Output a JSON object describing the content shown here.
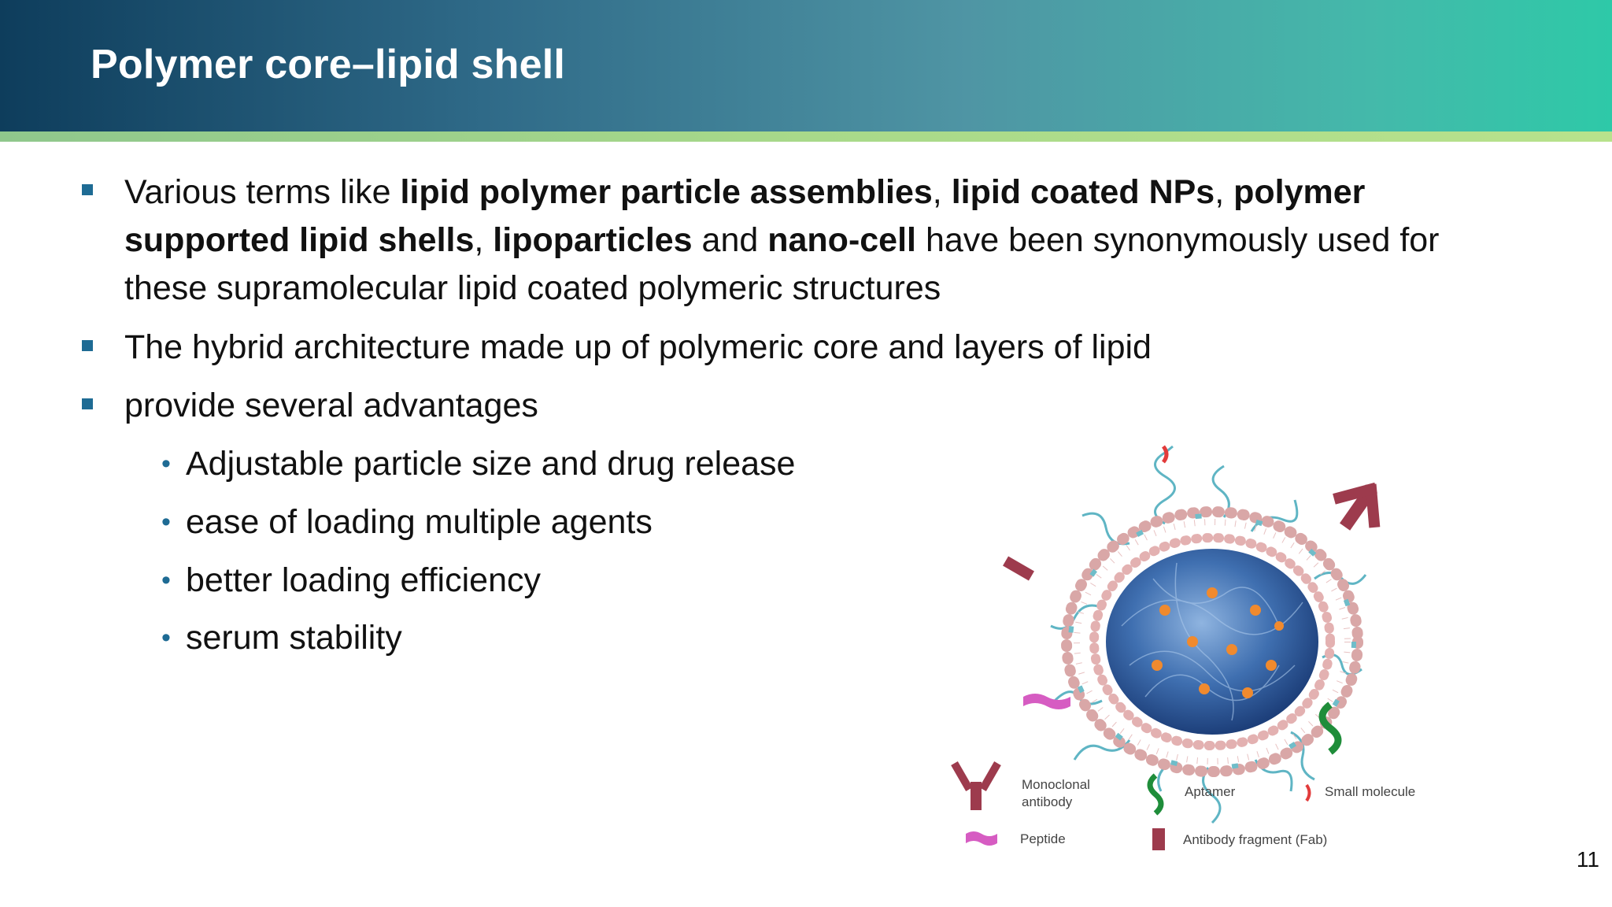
{
  "slide": {
    "title": "Polymer core–lipid shell",
    "page_number": "11"
  },
  "bullets": {
    "b1": {
      "l1_t1": "Various terms like ",
      "l1_b1": "lipid polymer particle assemblies",
      "l1_t2": ", ",
      "l1_b2": "lipid coated NPs",
      "l1_t3": ", ",
      "l1_b3": "polymer",
      "l2_b1": "supported lipid shells",
      "l2_t1": ", ",
      "l2_b2": "lipoparticles",
      "l2_t2": " and ",
      "l2_b3": "nano-cell",
      "l2_t3": " have been synonymously used for",
      "l3_t1": "these supramolecular lipid coated polymeric structures"
    },
    "b2": "The hybrid architecture made up of polymeric core and layers of lipid",
    "b3": "provide several advantages",
    "sub": [
      "Adjustable particle size and drug release",
      "ease of loading multiple agents",
      "better loading efficiency",
      "serum stability"
    ]
  },
  "legend": {
    "monoclonal_l1": "Monoclonal",
    "monoclonal_l2": "antibody",
    "aptamer": "Aptamer",
    "small_molecule": "Small molecule",
    "peptide": "Peptide",
    "fab": "Antibody fragment (Fab)"
  },
  "colors": {
    "bullet": "#1e6b94",
    "header_dark": "#0e3d5c",
    "header_light": "#2ec9a8",
    "stripe": "#a8d98a"
  }
}
